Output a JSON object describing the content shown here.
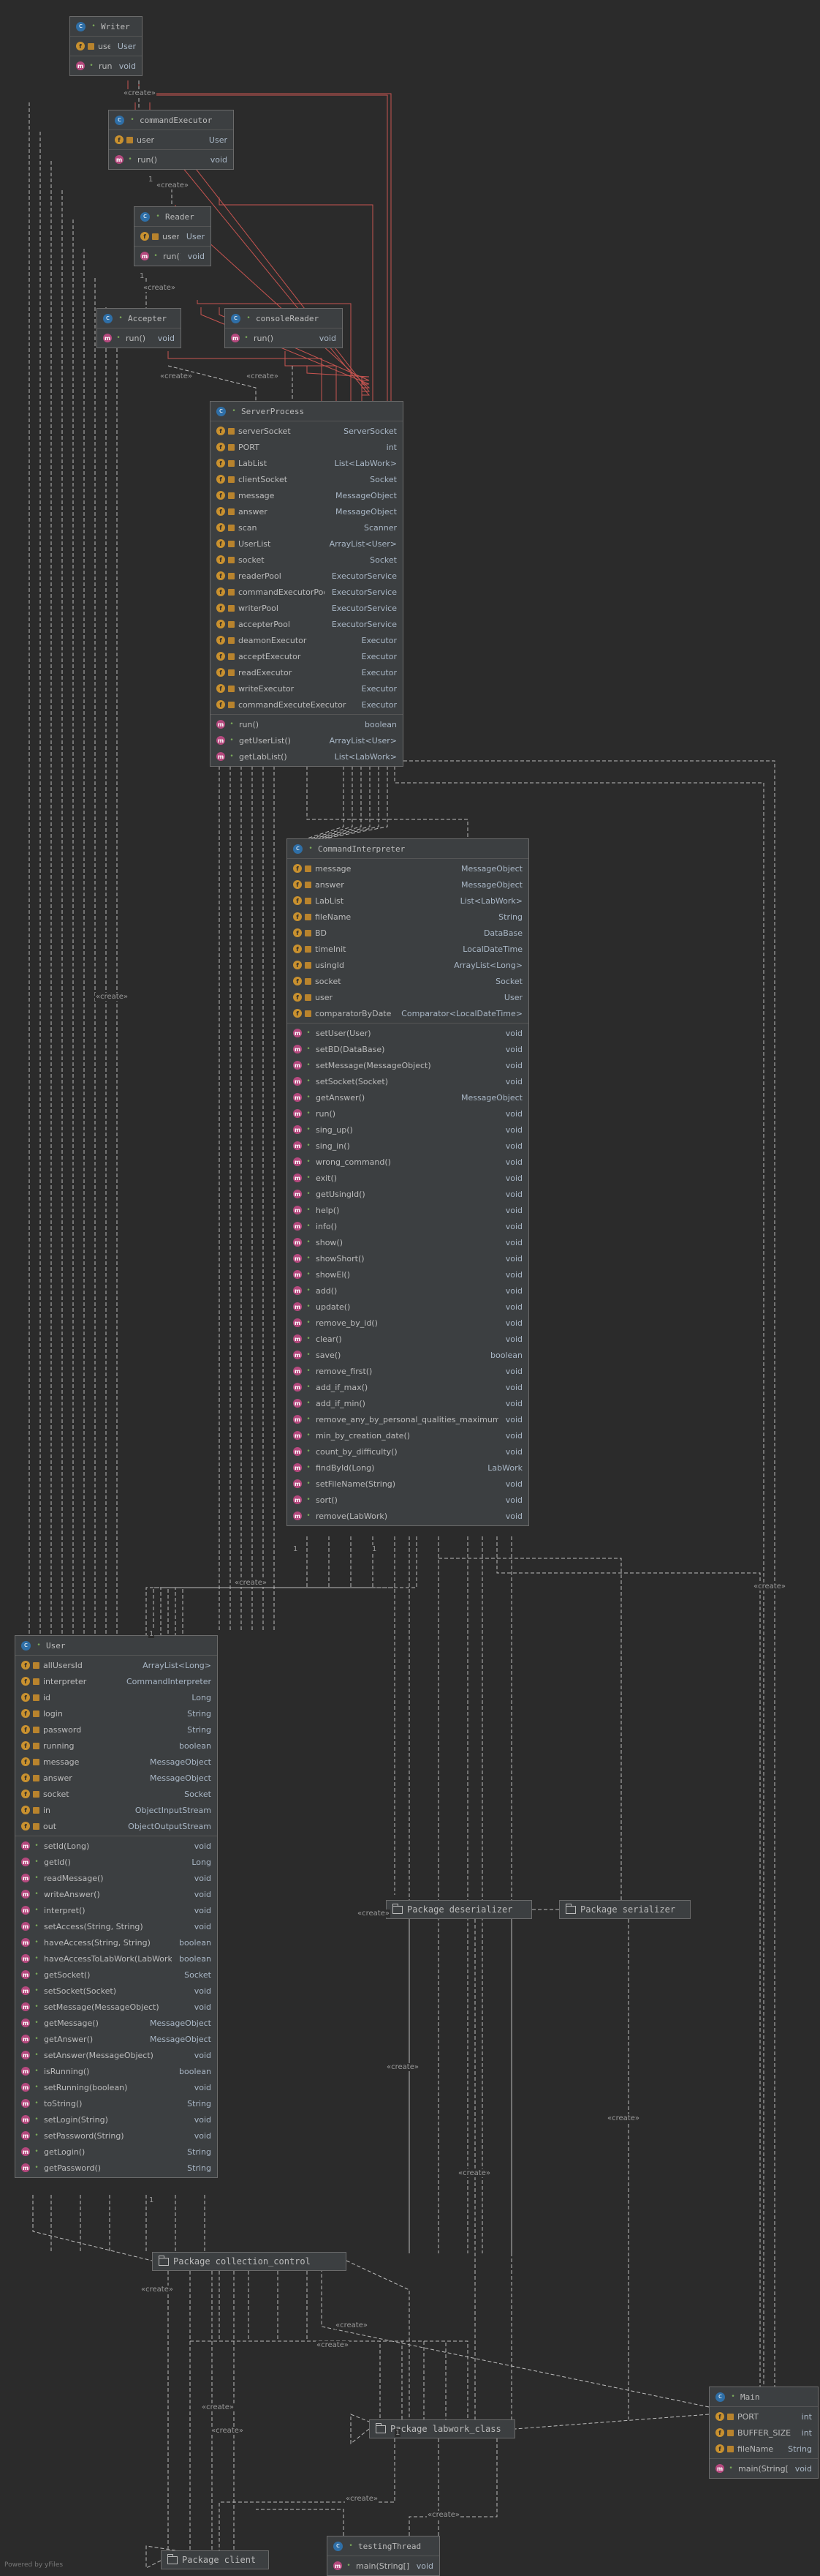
{
  "classes": {
    "writer": {
      "name": "Writer",
      "fields": [
        {
          "name": "user",
          "type": "User"
        }
      ],
      "methods": [
        {
          "name": "run()",
          "type": "void"
        }
      ]
    },
    "command_executor": {
      "name": "commandExecutor",
      "fields": [
        {
          "name": "user",
          "type": "User"
        }
      ],
      "methods": [
        {
          "name": "run()",
          "type": "void"
        }
      ]
    },
    "reader": {
      "name": "Reader",
      "fields": [
        {
          "name": "user",
          "type": "User"
        }
      ],
      "methods": [
        {
          "name": "run()",
          "type": "void"
        }
      ]
    },
    "accepter": {
      "name": "Accepter",
      "methods": [
        {
          "name": "run()",
          "type": "void"
        }
      ]
    },
    "console_reader": {
      "name": "consoleReader",
      "methods": [
        {
          "name": "run()",
          "type": "void"
        }
      ]
    },
    "server_process": {
      "name": "ServerProcess",
      "fields": [
        {
          "name": "serverSocket",
          "type": "ServerSocket"
        },
        {
          "name": "PORT",
          "type": "int"
        },
        {
          "name": "LabList",
          "type": "List<LabWork>"
        },
        {
          "name": "clientSocket",
          "type": "Socket"
        },
        {
          "name": "message",
          "type": "MessageObject"
        },
        {
          "name": "answer",
          "type": "MessageObject"
        },
        {
          "name": "scan",
          "type": "Scanner"
        },
        {
          "name": "UserList",
          "type": "ArrayList<User>"
        },
        {
          "name": "socket",
          "type": "Socket"
        },
        {
          "name": "readerPool",
          "type": "ExecutorService"
        },
        {
          "name": "commandExecutorPool",
          "type": "ExecutorService"
        },
        {
          "name": "writerPool",
          "type": "ExecutorService"
        },
        {
          "name": "accepterPool",
          "type": "ExecutorService"
        },
        {
          "name": "deamonExecutor",
          "type": "Executor"
        },
        {
          "name": "acceptExecutor",
          "type": "Executor"
        },
        {
          "name": "readExecutor",
          "type": "Executor"
        },
        {
          "name": "writeExecutor",
          "type": "Executor"
        },
        {
          "name": "commandExecuteExecutor",
          "type": "Executor"
        }
      ],
      "methods": [
        {
          "name": "run()",
          "type": "boolean"
        },
        {
          "name": "getUserList()",
          "type": "ArrayList<User>"
        },
        {
          "name": "getLabList()",
          "type": "List<LabWork>"
        }
      ]
    },
    "command_interpreter": {
      "name": "CommandInterpreter",
      "fields": [
        {
          "name": "message",
          "type": "MessageObject"
        },
        {
          "name": "answer",
          "type": "MessageObject"
        },
        {
          "name": "LabList",
          "type": "List<LabWork>"
        },
        {
          "name": "fileName",
          "type": "String"
        },
        {
          "name": "BD",
          "type": "DataBase"
        },
        {
          "name": "timeInit",
          "type": "LocalDateTime"
        },
        {
          "name": "usingId",
          "type": "ArrayList<Long>"
        },
        {
          "name": "socket",
          "type": "Socket"
        },
        {
          "name": "user",
          "type": "User"
        },
        {
          "name": "comparatorByDate",
          "type": "Comparator<LocalDateTime>"
        }
      ],
      "methods": [
        {
          "name": "setUser(User)",
          "type": "void"
        },
        {
          "name": "setBD(DataBase)",
          "type": "void"
        },
        {
          "name": "setMessage(MessageObject)",
          "type": "void"
        },
        {
          "name": "setSocket(Socket)",
          "type": "void"
        },
        {
          "name": "getAnswer()",
          "type": "MessageObject"
        },
        {
          "name": "run()",
          "type": "void"
        },
        {
          "name": "sing_up()",
          "type": "void"
        },
        {
          "name": "sing_in()",
          "type": "void"
        },
        {
          "name": "wrong_command()",
          "type": "void"
        },
        {
          "name": "exit()",
          "type": "void"
        },
        {
          "name": "getUsingId()",
          "type": "void"
        },
        {
          "name": "help()",
          "type": "void"
        },
        {
          "name": "info()",
          "type": "void"
        },
        {
          "name": "show()",
          "type": "void"
        },
        {
          "name": "showShort()",
          "type": "void"
        },
        {
          "name": "showEl()",
          "type": "void"
        },
        {
          "name": "add()",
          "type": "void"
        },
        {
          "name": "update()",
          "type": "void"
        },
        {
          "name": "remove_by_id()",
          "type": "void"
        },
        {
          "name": "clear()",
          "type": "void"
        },
        {
          "name": "save()",
          "type": "boolean"
        },
        {
          "name": "remove_first()",
          "type": "void"
        },
        {
          "name": "add_if_max()",
          "type": "void"
        },
        {
          "name": "add_if_min()",
          "type": "void"
        },
        {
          "name": "remove_any_by_personal_qualities_maximum()",
          "type": "void"
        },
        {
          "name": "min_by_creation_date()",
          "type": "void"
        },
        {
          "name": "count_by_difficulty()",
          "type": "void"
        },
        {
          "name": "findById(Long)",
          "type": "LabWork"
        },
        {
          "name": "setFileName(String)",
          "type": "void"
        },
        {
          "name": "sort()",
          "type": "void"
        },
        {
          "name": "remove(LabWork)",
          "type": "void"
        }
      ]
    },
    "user": {
      "name": "User",
      "fields": [
        {
          "name": "allUsersId",
          "type": "ArrayList<Long>"
        },
        {
          "name": "interpreter",
          "type": "CommandInterpreter"
        },
        {
          "name": "id",
          "type": "Long"
        },
        {
          "name": "login",
          "type": "String"
        },
        {
          "name": "password",
          "type": "String"
        },
        {
          "name": "running",
          "type": "boolean"
        },
        {
          "name": "message",
          "type": "MessageObject"
        },
        {
          "name": "answer",
          "type": "MessageObject"
        },
        {
          "name": "socket",
          "type": "Socket"
        },
        {
          "name": "in",
          "type": "ObjectInputStream"
        },
        {
          "name": "out",
          "type": "ObjectOutputStream"
        }
      ],
      "methods": [
        {
          "name": "setId(Long)",
          "type": "void"
        },
        {
          "name": "getId()",
          "type": "Long"
        },
        {
          "name": "readMessage()",
          "type": "void"
        },
        {
          "name": "writeAnswer()",
          "type": "void"
        },
        {
          "name": "interpret()",
          "type": "void"
        },
        {
          "name": "setAccess(String, String)",
          "type": "void"
        },
        {
          "name": "haveAccess(String, String)",
          "type": "boolean"
        },
        {
          "name": "haveAccessToLabWork(LabWork)",
          "type": "boolean"
        },
        {
          "name": "getSocket()",
          "type": "Socket"
        },
        {
          "name": "setSocket(Socket)",
          "type": "void"
        },
        {
          "name": "setMessage(MessageObject)",
          "type": "void"
        },
        {
          "name": "getMessage()",
          "type": "MessageObject"
        },
        {
          "name": "getAnswer()",
          "type": "MessageObject"
        },
        {
          "name": "setAnswer(MessageObject)",
          "type": "void"
        },
        {
          "name": "isRunning()",
          "type": "boolean"
        },
        {
          "name": "setRunning(boolean)",
          "type": "void"
        },
        {
          "name": "toString()",
          "type": "String"
        },
        {
          "name": "setLogin(String)",
          "type": "void"
        },
        {
          "name": "setPassword(String)",
          "type": "void"
        },
        {
          "name": "getLogin()",
          "type": "String"
        },
        {
          "name": "getPassword()",
          "type": "String"
        }
      ]
    },
    "main": {
      "name": "Main",
      "fields": [
        {
          "name": "PORT",
          "type": "int"
        },
        {
          "name": "BUFFER_SIZE",
          "type": "int"
        },
        {
          "name": "fileName",
          "type": "String"
        }
      ],
      "methods": [
        {
          "name": "main(String[])",
          "type": "void"
        }
      ]
    },
    "testing_thread": {
      "name": "testingThread",
      "methods": [
        {
          "name": "main(String[])",
          "type": "void"
        }
      ]
    }
  },
  "packages": {
    "deserializer": "Package deserializer",
    "serializer": "Package serializer",
    "collection_control": "Package collection_control",
    "labwork_class": "Package labwork_class",
    "client": "Package client"
  },
  "create_label": "«create»",
  "multiplicity_one": "1",
  "footer": "Powered by yFiles",
  "colors": {
    "background": "#2b2b2b",
    "node_fill": "#3c3f41",
    "node_border": "#6b6b6b",
    "edge_dashed": "#bbbbbb",
    "edge_owner": "#c75450"
  }
}
